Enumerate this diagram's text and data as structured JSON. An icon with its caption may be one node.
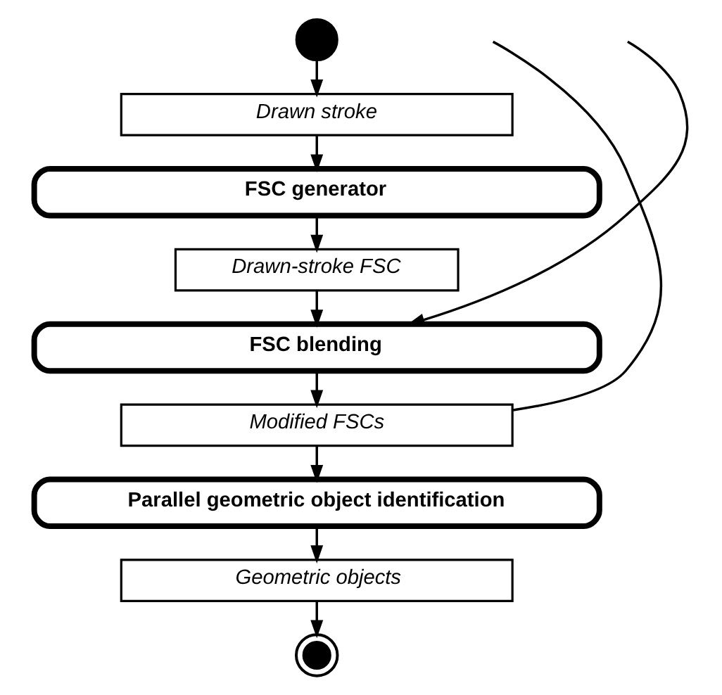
{
  "diagram": {
    "nodes": [
      {
        "text": [],
        "shape": "circle"
      },
      {
        "text": [
          "Drawn stroke"
        ]
      },
      {
        "text": [
          "FSC generator"
        ]
      },
      {
        "text": [
          "Drawn-stroke FSC"
        ]
      },
      {
        "text": [
          "FSC blending"
        ]
      },
      {
        "text": [
          "Modified FSCs"
        ]
      },
      {
        "text": [
          "Parallel geometric object identification"
        ]
      },
      {
        "text": [
          "Geometric objects"
        ]
      },
      {
        "text": [],
        "shape": "circle"
      }
    ],
    "edges": [
      {
        "from": 0,
        "to": 1,
        "arrow": "to"
      },
      {
        "from": 1,
        "to": 2,
        "arrow": "to"
      },
      {
        "from": 2,
        "to": 3,
        "arrow": "to"
      },
      {
        "from": 3,
        "to": 4,
        "arrow": "to"
      },
      {
        "from": null,
        "to": 4,
        "arrow": "to"
      },
      {
        "from": 4,
        "to": 5,
        "arrow": "to"
      },
      {
        "from": 5,
        "to": null,
        "arrow": "none"
      },
      {
        "from": 5,
        "to": 6,
        "arrow": "to"
      },
      {
        "from": 6,
        "to": 7,
        "arrow": "to"
      },
      {
        "from": 7,
        "to": 8,
        "arrow": "to"
      }
    ]
  }
}
